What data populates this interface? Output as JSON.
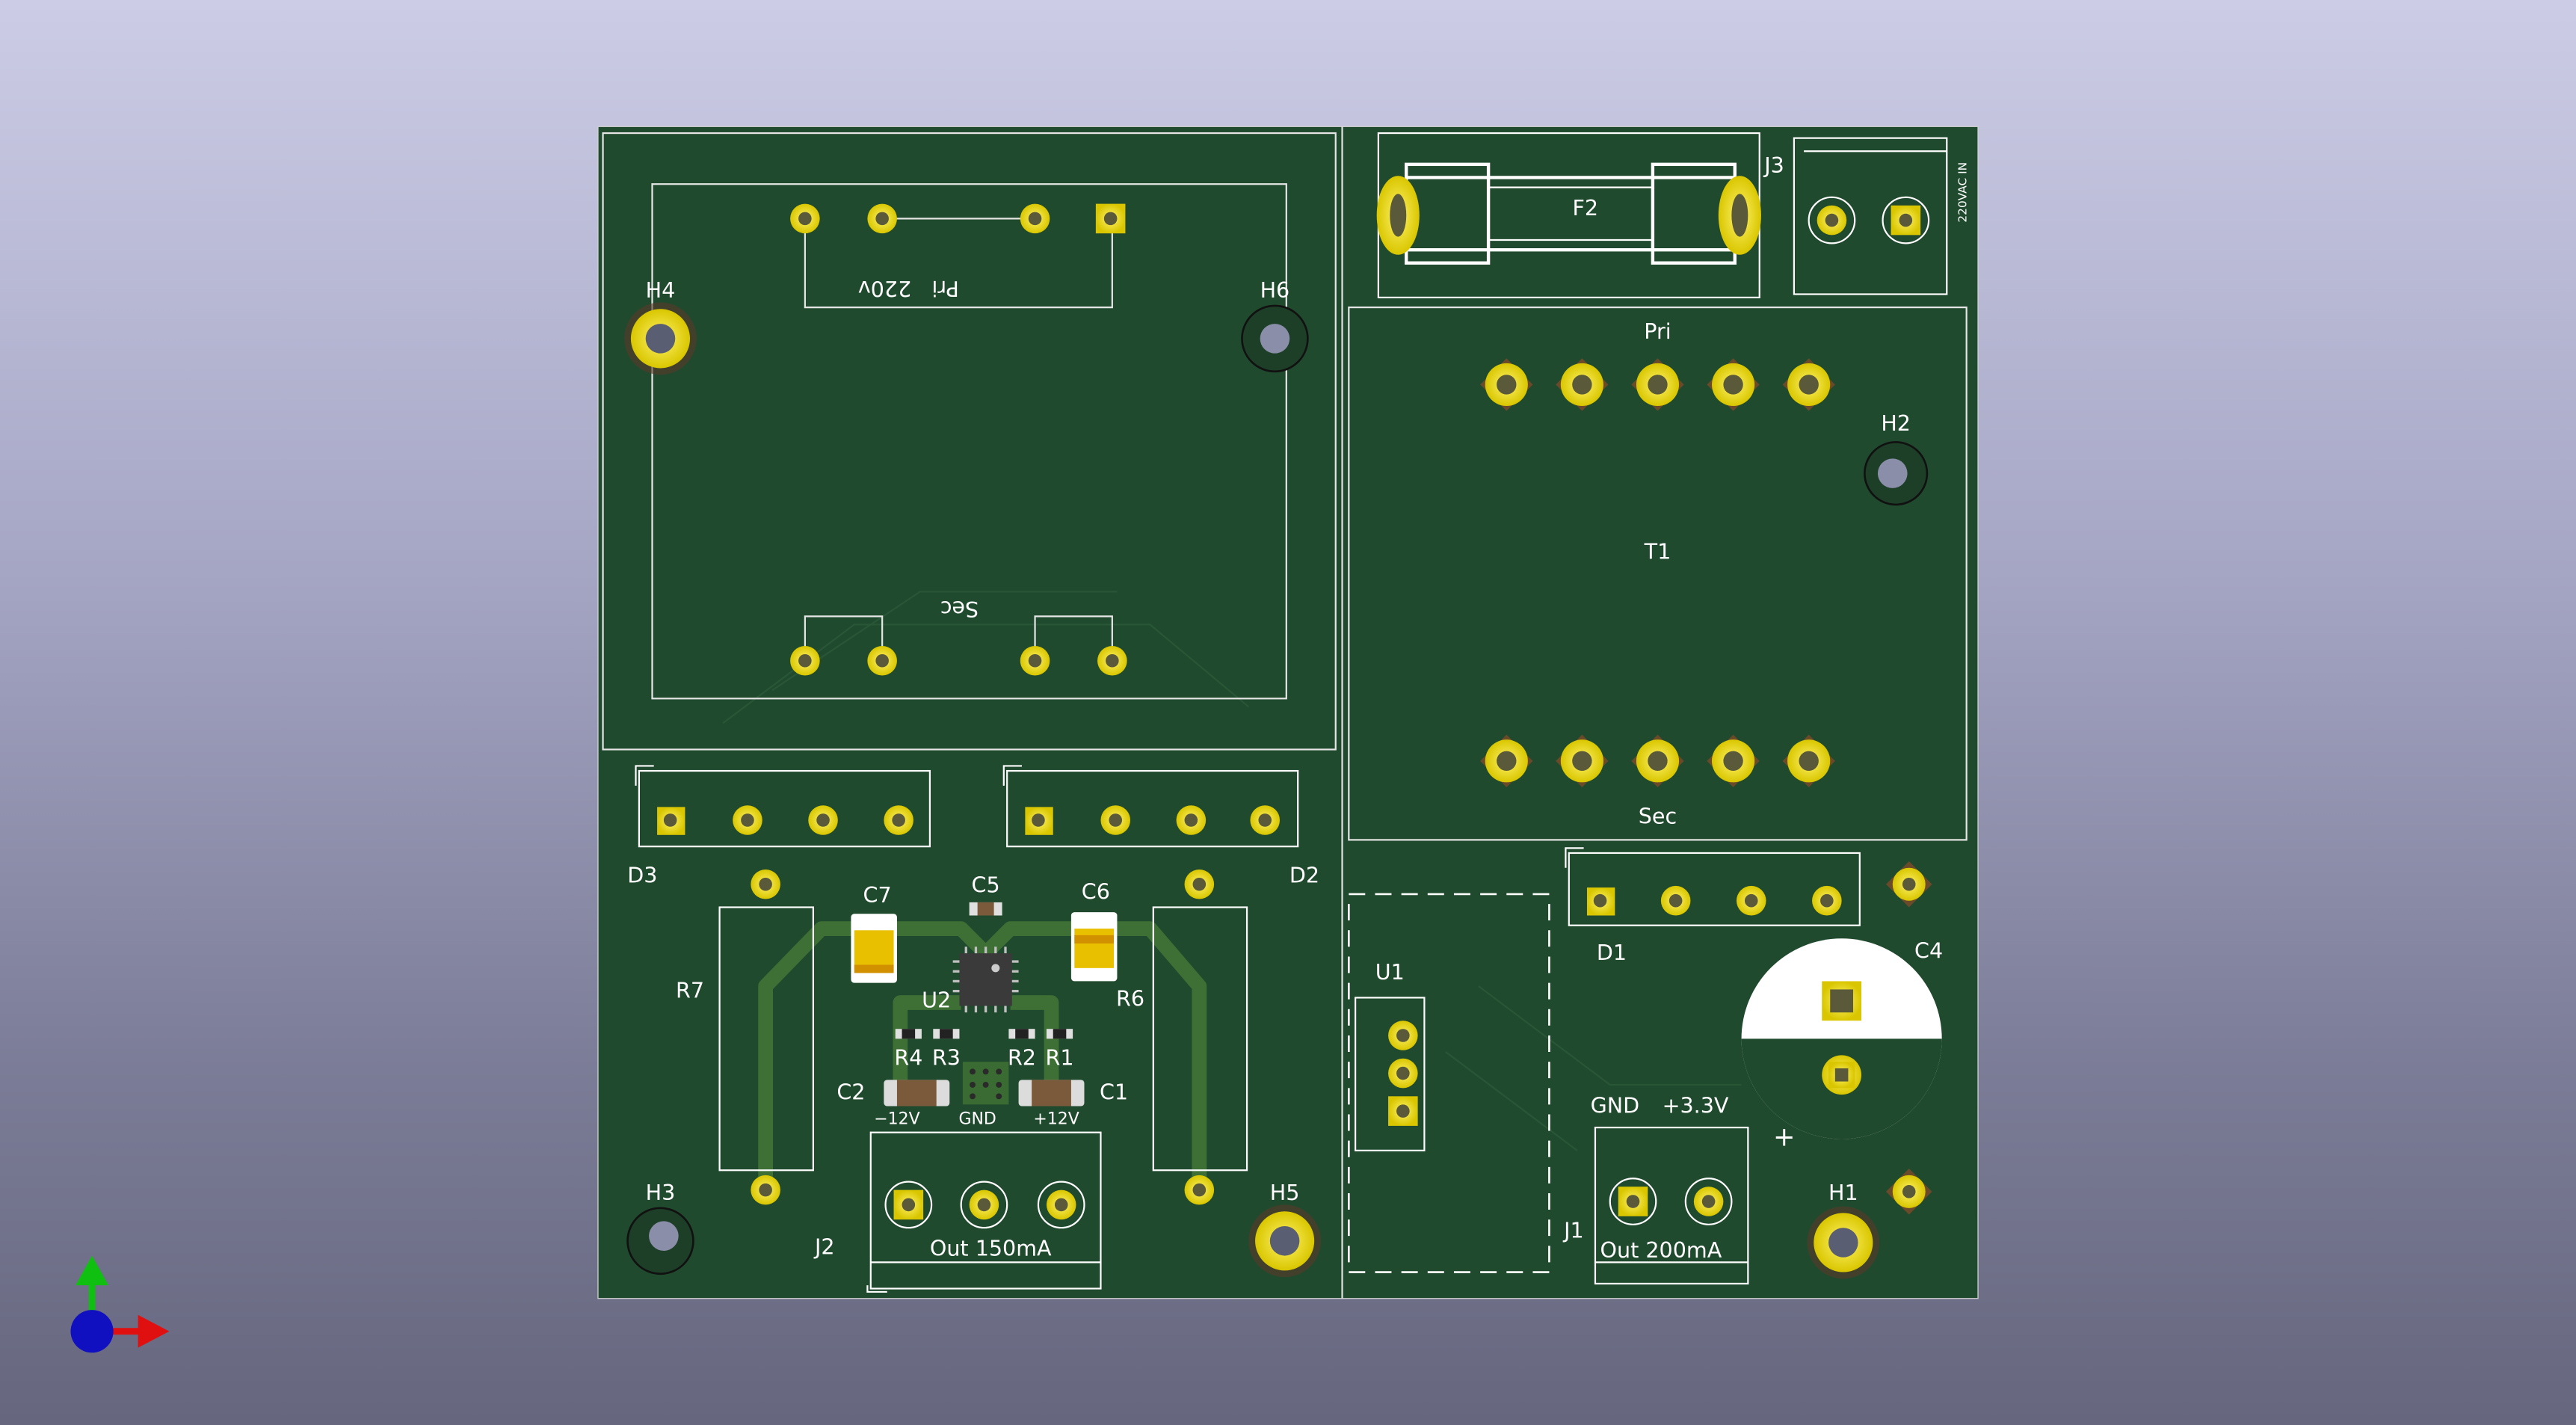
{
  "viewer": {
    "background_top": "#cccce6",
    "background_bottom": "#66667e",
    "board_color": "#204a2e",
    "silkscreen_color": "#ffffff",
    "pad_color": "#e6d800",
    "axes_icon": {
      "x_color": "#e01010",
      "y_color": "#10c010",
      "z_color": "#1010c0"
    }
  },
  "labels": {
    "j3": "J3",
    "f2": "F2",
    "ac_in": "220VAC IN",
    "pri_left": "Pri   220v",
    "sec_left": "Sec",
    "h4": "H4",
    "h6": "H6",
    "h2": "H2",
    "h3": "H3",
    "h5": "H5",
    "h1": "H1",
    "pri_right": "Pri",
    "t1": "T1",
    "sec_right": "Sec",
    "d3": "D3",
    "d2": "D2",
    "d1": "D1",
    "c5": "C5",
    "c7": "C7",
    "c6": "C6",
    "r7": "R7",
    "r6": "R6",
    "u2": "U2",
    "r4": "R4",
    "r3": "R3",
    "r2": "R2",
    "r1": "R1",
    "c2": "C2",
    "c1": "C1",
    "minus12v": "−12V",
    "gnd_small": "GND",
    "plus12v": "+12V",
    "j2": "J2",
    "out150": "Out 150mA",
    "u1": "U1",
    "c4": "C4",
    "plus_sign": "+",
    "gnd": "GND",
    "plus3v3": "+3.3V",
    "j1": "J1",
    "out200": "Out 200mA"
  }
}
